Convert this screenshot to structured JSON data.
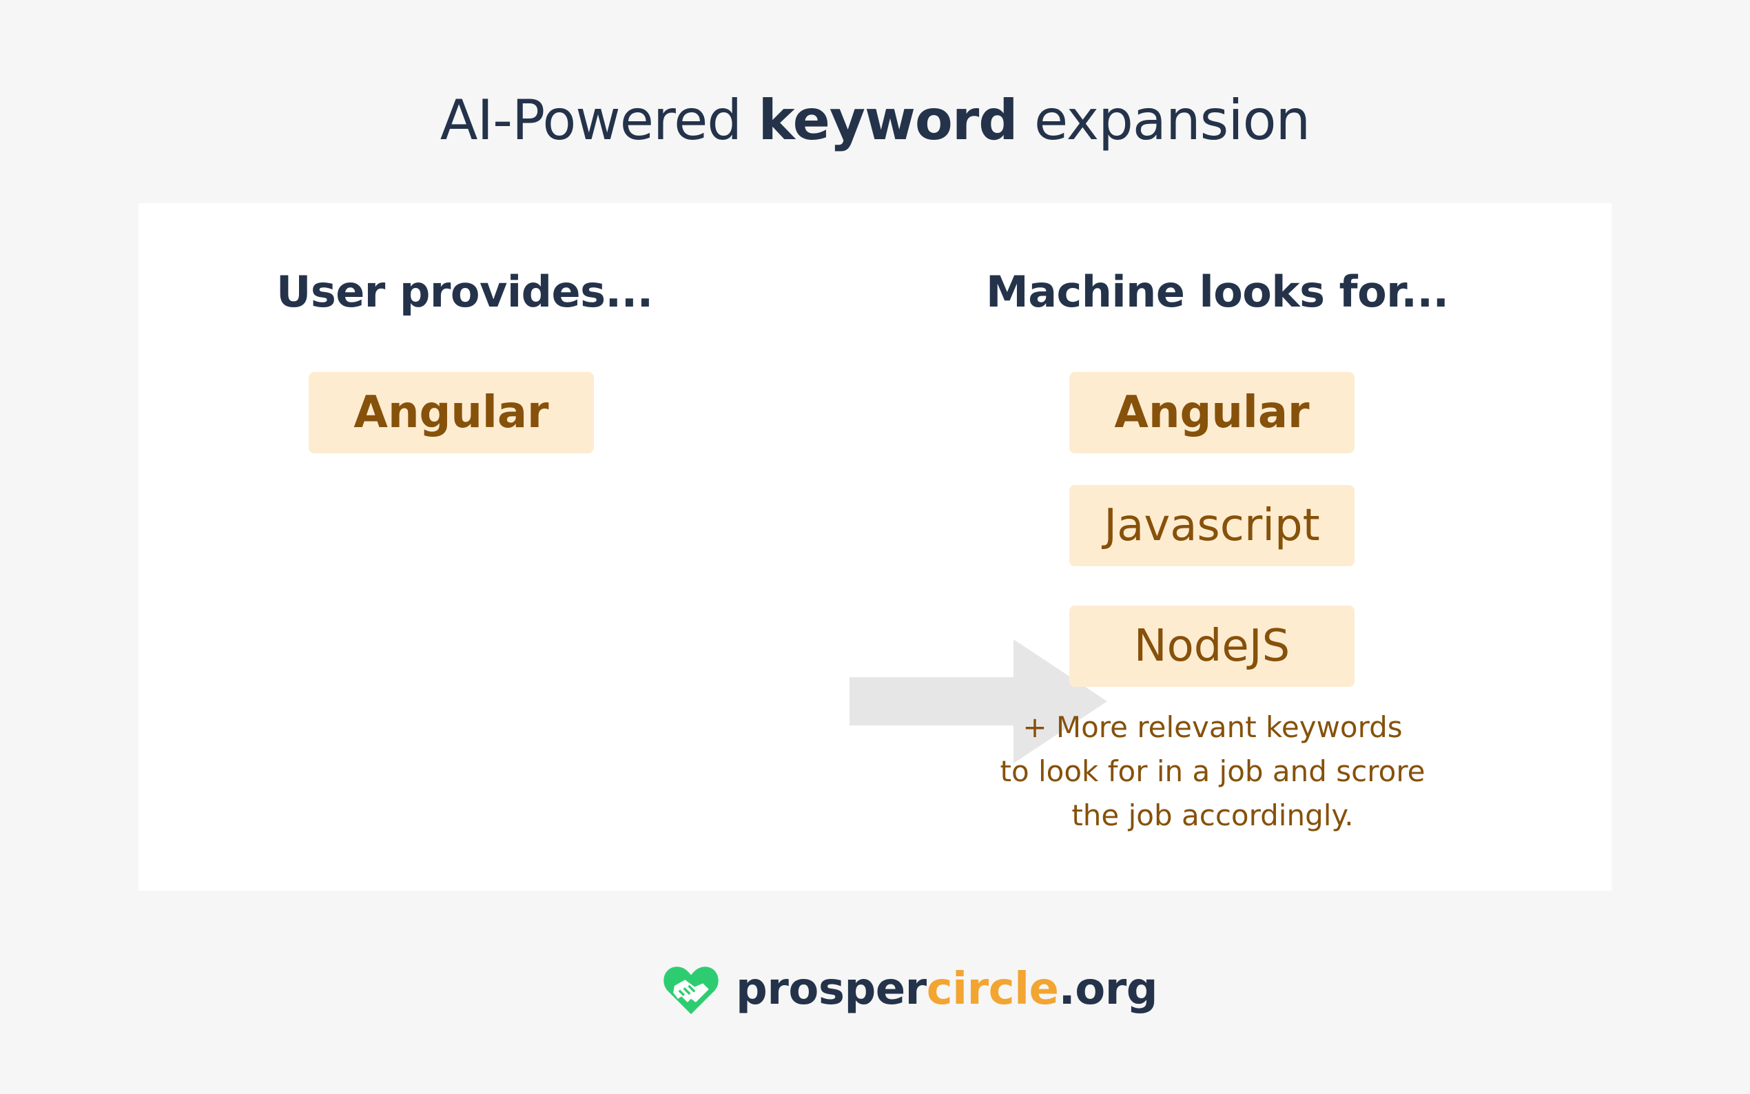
{
  "title": {
    "prefix": "AI-Powered ",
    "bold": "keyword",
    "suffix": " expansion"
  },
  "left": {
    "heading": "User provides...",
    "keyword": "Angular"
  },
  "right": {
    "heading": "Machine looks for...",
    "keywords": [
      "Angular",
      "Javascript",
      "NodeJS"
    ],
    "note_lines": [
      "+ More relevant keywords",
      "to look for in a job and scrore",
      "the job accordingly."
    ]
  },
  "brand": {
    "part1": "prosper",
    "part2": "circle",
    "part3": ".org",
    "icon": "heart-handshake-icon"
  },
  "colors": {
    "chip_bg": "#feecd1",
    "chip_text": "#86510a",
    "heading": "#24334a",
    "brand_green": "#2ecc71",
    "brand_orange": "#f3a531",
    "arrow": "#e6e6e6"
  }
}
